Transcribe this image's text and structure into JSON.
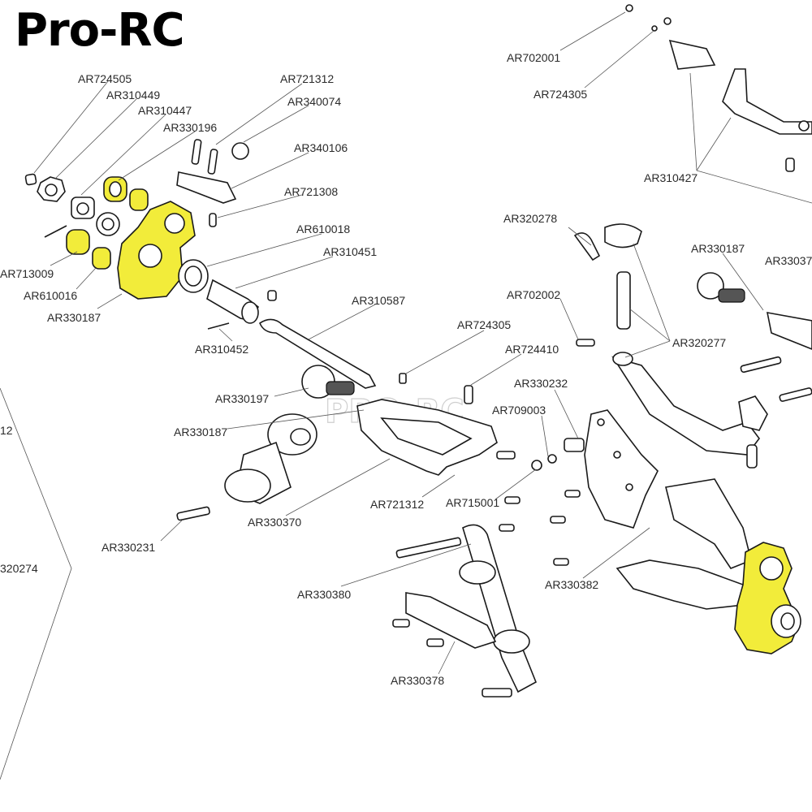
{
  "brand": "Pro-RC",
  "watermark": "PRO-RC",
  "highlight_color": "#f2ec3a",
  "labels": [
    "AR724505",
    "AR310449",
    "AR310447",
    "AR330196",
    "AR721312",
    "AR340074",
    "AR340106",
    "AR721308",
    "AR610018",
    "AR310451",
    "AR713009",
    "AR610016",
    "AR330187",
    "AR310452",
    "AR310587",
    "AR724305",
    "AR724410",
    "AR330197",
    "AR330187",
    "AR330232",
    "AR709003",
    "AR721312",
    "AR715001",
    "AR330370",
    "AR330231",
    "AR330380",
    "AR330382",
    "AR330378",
    "AR702001",
    "AR724305",
    "AR310427",
    "AR320278",
    "AR330187",
    "AR33037",
    "AR702002",
    "AR320277",
    "12",
    "320274"
  ]
}
